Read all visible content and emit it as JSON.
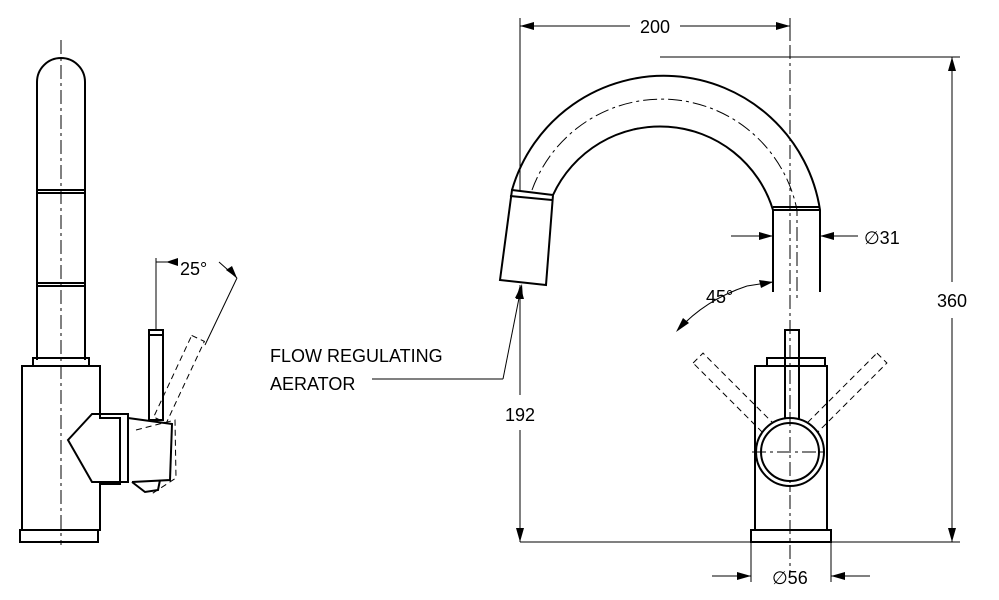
{
  "drawing": {
    "side_view": {
      "angle_label": "25°"
    },
    "front_view": {
      "width_label": "200",
      "height_label": "360",
      "spout_height_label": "192",
      "pipe_diameter_label": "∅31",
      "angle_label": "45°",
      "base_diameter_label": "∅56",
      "callout_line1": "FLOW REGULATING",
      "callout_line2": "AERATOR"
    }
  }
}
